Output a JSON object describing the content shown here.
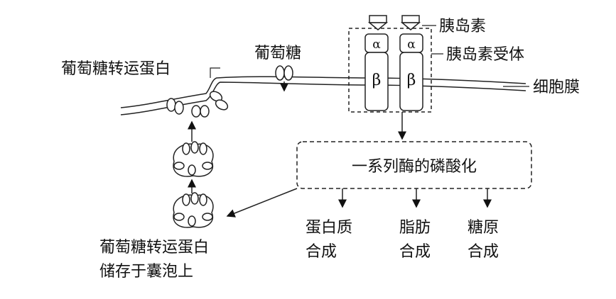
{
  "labels": {
    "insulin": "胰岛素",
    "insulin_receptor": "胰岛素受体",
    "cell_membrane": "细胞膜",
    "glucose": "葡萄糖",
    "glucose_transporter": "葡萄糖转运蛋白",
    "phosphorylation": "一系列酶的磷酸化",
    "protein_synthesis": [
      "蛋白质",
      "合成"
    ],
    "fat_synthesis": [
      "脂肪",
      "合成"
    ],
    "glycogen_synthesis": [
      "糖原",
      "合成"
    ],
    "vesicle_storage": [
      "葡萄糖转运蛋白",
      "储存于囊泡上"
    ],
    "alpha": "α",
    "beta": "β"
  }
}
